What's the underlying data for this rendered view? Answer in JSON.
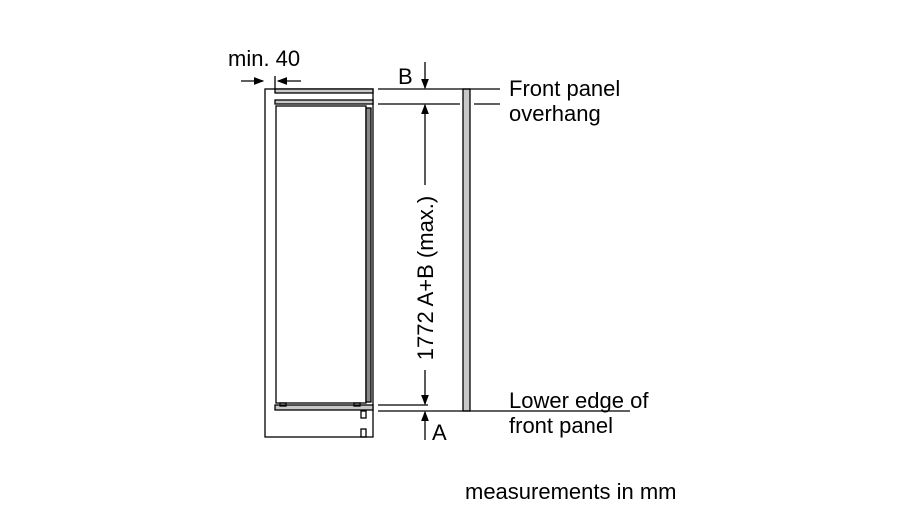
{
  "labels": {
    "min_gap": "min. 40",
    "b": "B",
    "a": "A",
    "height_dim": "1772 A+B (max.)",
    "front_panel_overhang_1": "Front panel",
    "front_panel_overhang_2": "overhang",
    "lower_edge_1": "Lower edge of",
    "lower_edge_2": "front panel",
    "measurements": "measurements in mm"
  },
  "colors": {
    "line": "#000000",
    "panel_fill": "#c8c8c8"
  }
}
